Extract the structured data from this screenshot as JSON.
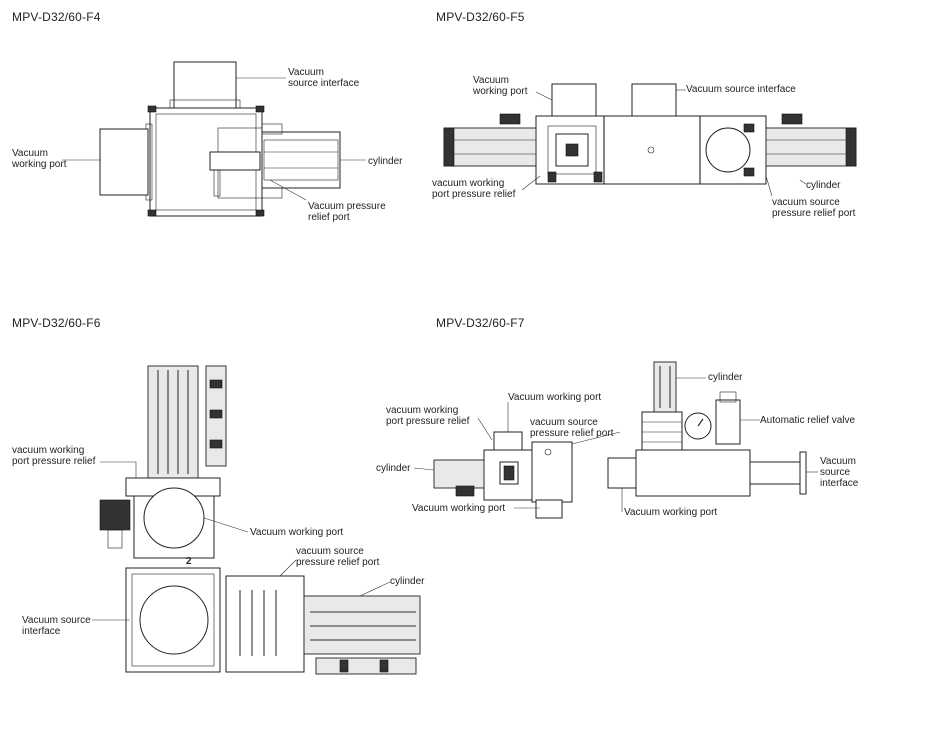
{
  "panels": {
    "f4": {
      "title": "MPV-D32/60-F4",
      "labels": {
        "vacuum_source_interface": "Vacuum\nsource interface",
        "vacuum_working_port": "Vacuum\nworking port",
        "cylinder": "cylinder",
        "vacuum_pressure_relief_port": "Vacuum pressure\nrelief port"
      }
    },
    "f5": {
      "title": "MPV-D32/60-F5",
      "labels": {
        "vacuum_working_port": "Vacuum\nworking port",
        "vacuum_source_interface": "Vacuum source interface",
        "vacuum_working_port_pressure_relief": "vacuum working\nport pressure relief",
        "cylinder": "cylinder",
        "vacuum_source_pressure_relief_port": "vacuum source\npressure relief port"
      }
    },
    "f6": {
      "title": "MPV-D32/60-F6",
      "labels": {
        "vacuum_working_port_pressure_relief": "vacuum working\nport pressure relief",
        "vacuum_working_port": "Vacuum working port",
        "vacuum_source_pressure_relief_port": "vacuum source\npressure relief port",
        "cylinder": "cylinder",
        "vacuum_source_interface": "Vacuum source\ninterface",
        "marker_2": "2"
      }
    },
    "f7": {
      "title": "MPV-D32/60-F7",
      "labels": {
        "vacuum_working_port_top": "Vacuum working port",
        "vacuum_working_port_pressure_relief": "vacuum working\nport pressure relief",
        "vacuum_source_pressure_relief_port": "vacuum source\npressure relief port",
        "cylinder_left": "cylinder",
        "vacuum_working_port_bottom": "Vacuum working port",
        "cylinder_right": "cylinder",
        "automatic_relief_valve": "Automatic relief valve",
        "vacuum_source_interface": "Vacuum\nsource\ninterface",
        "vacuum_working_port_right": "Vacuum working port"
      }
    }
  }
}
